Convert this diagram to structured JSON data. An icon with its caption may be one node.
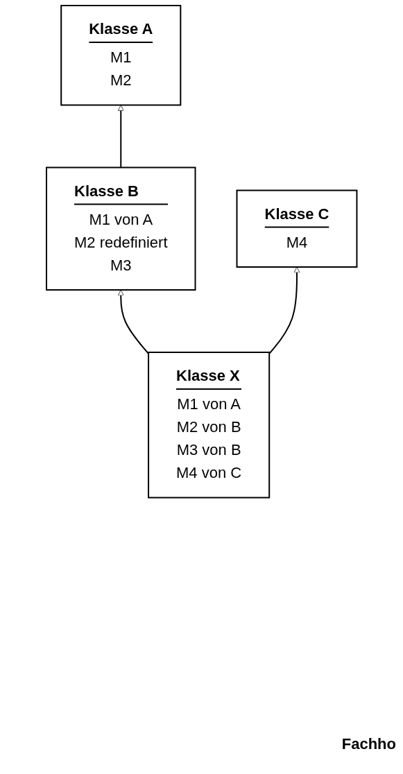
{
  "diagram": {
    "nodes": [
      {
        "text": [
          "Klasse A",
          "M1",
          "M2"
        ]
      },
      {
        "text": [
          "Klasse B",
          "M1 von A",
          "M2 redefiniert",
          "M3"
        ]
      },
      {
        "text": [
          "Klasse C",
          "M4"
        ]
      },
      {
        "text": [
          "Klasse X",
          "M1 von A",
          "M2 von B",
          "M3 von B",
          "M4 von C"
        ]
      }
    ],
    "edges": [
      {
        "from": 1,
        "to": 0,
        "arrow": "to"
      },
      {
        "from": 3,
        "to": 1,
        "arrow": "to"
      },
      {
        "from": 3,
        "to": 2,
        "arrow": "to"
      }
    ],
    "labels": [
      "Fachho"
    ]
  }
}
